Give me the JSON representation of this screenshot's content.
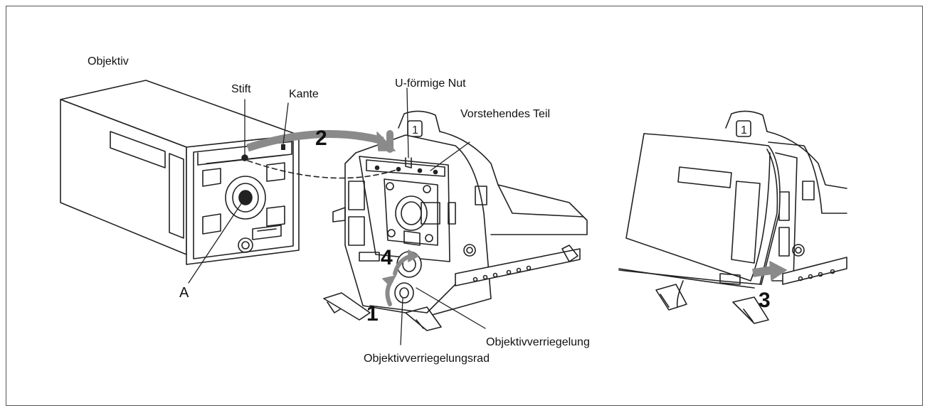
{
  "labels": {
    "objektiv": "Objektiv",
    "stift": "Stift",
    "kante": "Kante",
    "nut": "U-förmige Nut",
    "teil": "Vorstehendes Teil",
    "a": "A",
    "verriegelung": "Objektivverriegelung",
    "rad": "Objektivverriegelungsrad"
  },
  "steps": {
    "s1": "1",
    "s2": "2",
    "s3": "3",
    "s4": "4"
  },
  "colors": {
    "line": "#222222",
    "arrow": "#8a8a8a",
    "fill": "#ffffff"
  }
}
